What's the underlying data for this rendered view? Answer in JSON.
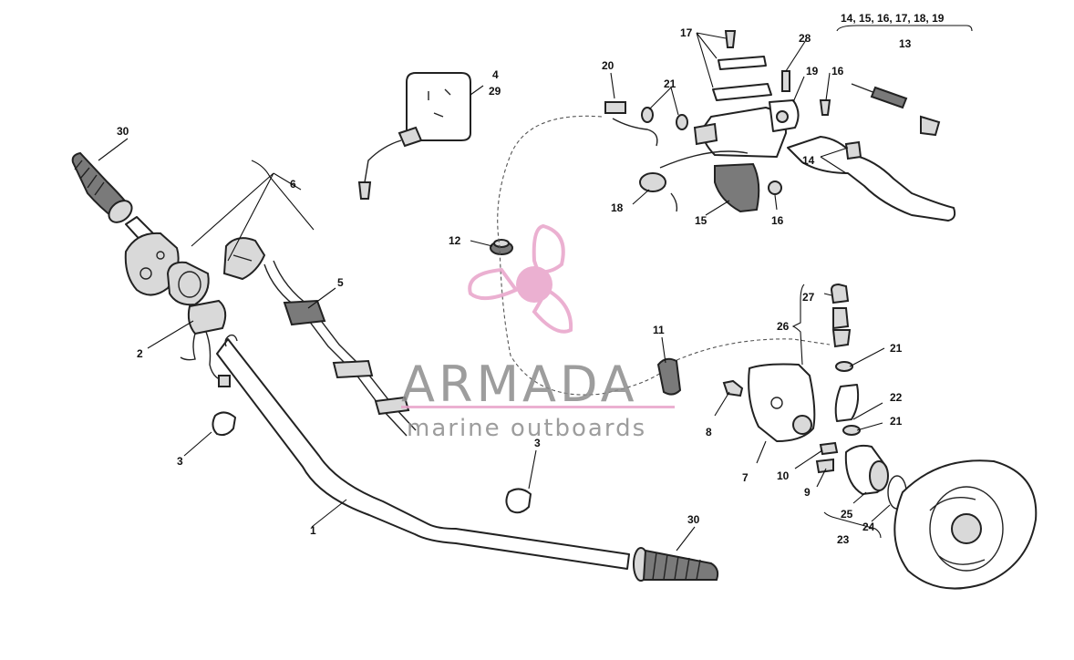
{
  "diagram": {
    "callouts": {
      "c1": "1",
      "c2": "2",
      "c3a": "3",
      "c3b": "3",
      "c4": "4",
      "c29": "29",
      "c5": "5",
      "c6": "6",
      "c7": "7",
      "c8": "8",
      "c9": "9",
      "c10": "10",
      "c11": "11",
      "c12": "12",
      "c13": "13",
      "c14a": "14",
      "c15": "15",
      "c16a": "16",
      "c16b": "16",
      "c17": "17",
      "c18": "18",
      "c19": "19",
      "c20": "20",
      "c21a": "21",
      "c21b": "21",
      "c21c": "21",
      "c22": "22",
      "c23": "23",
      "c24": "24",
      "c25": "25",
      "c26": "26",
      "c27": "27",
      "c28": "28",
      "c30a": "30",
      "c30b": "30"
    },
    "group_13_items": "14, 15, 16, 17, 18, 19"
  },
  "watermark": {
    "brand": "ARMADA",
    "tagline": "marine outboards",
    "logo_color": "#e8a3c9",
    "text_color": "#8c8c8c"
  }
}
